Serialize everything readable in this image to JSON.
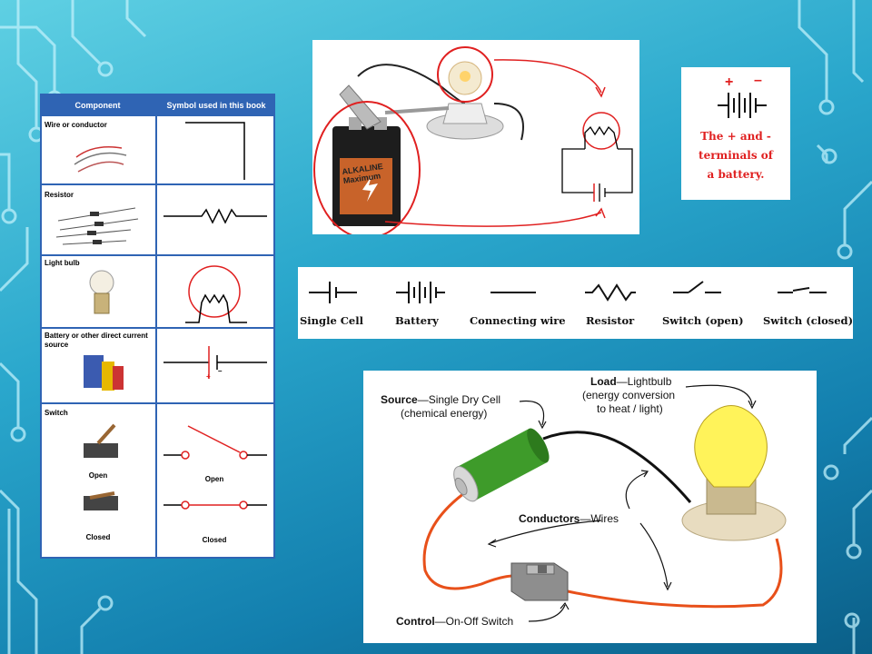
{
  "table": {
    "header_component": "Component",
    "header_symbol": "Symbol used in this book",
    "rows": [
      {
        "label": "Wire or conductor"
      },
      {
        "label": "Resistor"
      },
      {
        "label": "Light bulb"
      },
      {
        "label": "Battery or other direct current source",
        "plus": "+",
        "minus": "–"
      },
      {
        "label": "Switch",
        "open": "Open",
        "closed": "Closed",
        "sym_open": "Open",
        "sym_closed": "Closed"
      }
    ]
  },
  "photo": {
    "battery_brand_line1": "ALKALINE",
    "battery_brand_line2": "Maximum"
  },
  "terminals": {
    "plus": "+",
    "minus": "–",
    "caption_line1": "The + and -",
    "caption_line2": "terminals of",
    "caption_line3": "a battery."
  },
  "symbols": [
    "Single Cell",
    "Battery",
    "Connecting wire",
    "Resistor",
    "Switch (open)",
    "Switch (closed)"
  ],
  "circuit": {
    "source_bold": "Source",
    "source_rest": "—Single Dry Cell",
    "source_line2": "(chemical energy)",
    "load_bold": "Load",
    "load_rest": "—Lightbulb",
    "load_line2": "(energy conversion",
    "load_line3": "to heat / light)",
    "conductors_bold": "Conductors",
    "conductors_rest": "—Wires",
    "control_bold": "Control",
    "control_rest": "—On-Off Switch"
  },
  "colors": {
    "background": "#2aa7cc",
    "table_header": "#2f64b4",
    "accent_red": "#e02020",
    "wire_orange": "#e8501a"
  }
}
